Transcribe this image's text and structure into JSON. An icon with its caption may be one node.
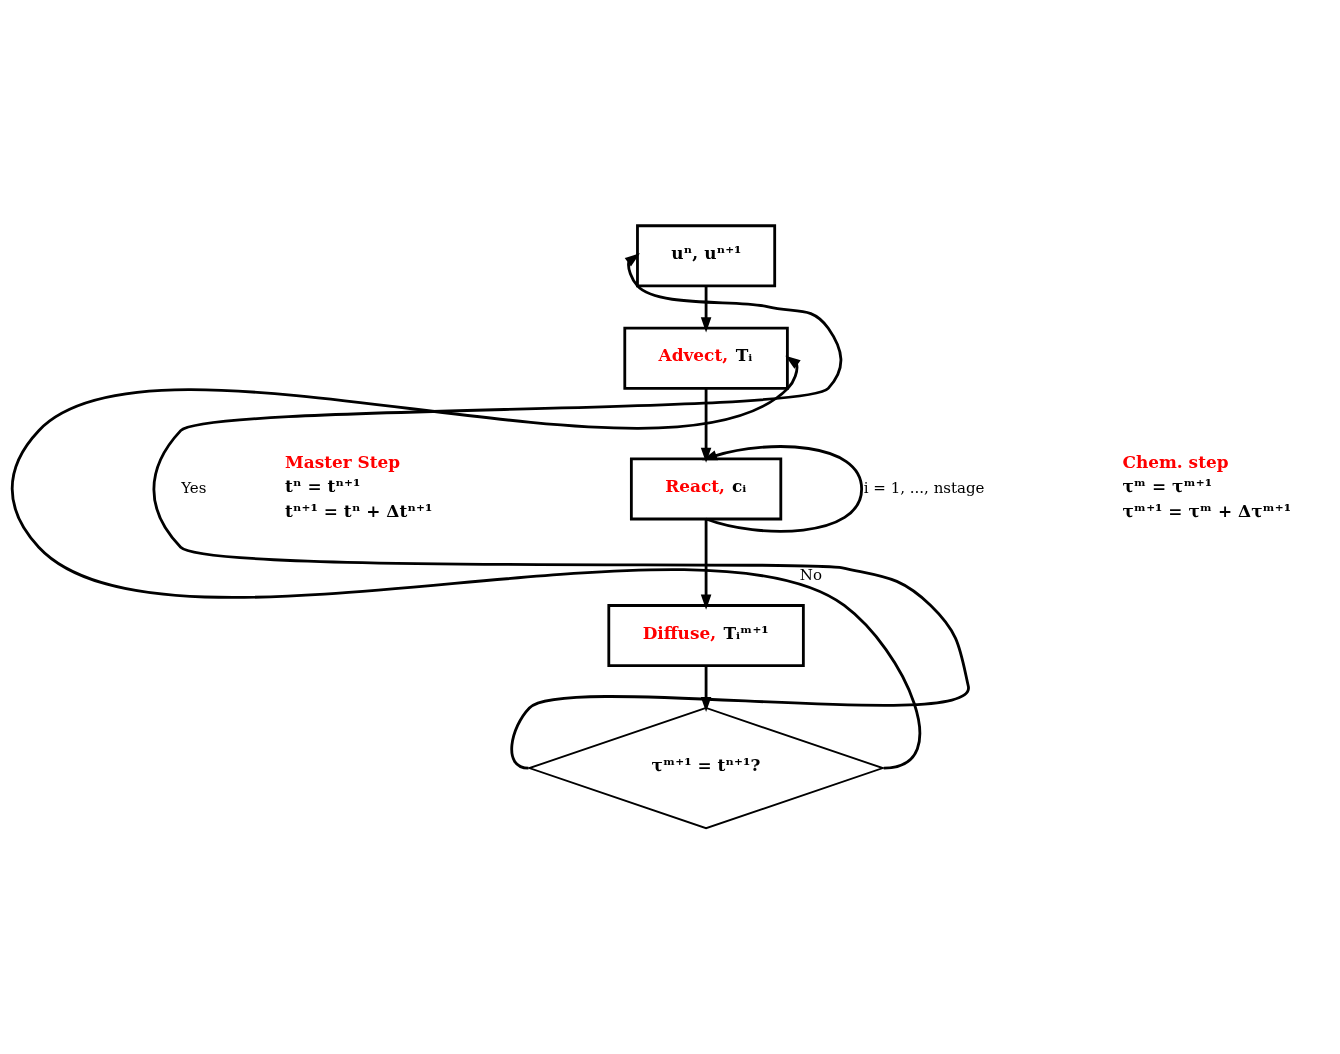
{
  "diagram": {
    "nodes": [
      {
        "text": [
          "uⁿ, uⁿ⁺¹"
        ]
      },
      {
        "text": [
          "Advect,",
          "Tᵢ"
        ]
      },
      {
        "text": [
          "React,",
          "cᵢ"
        ]
      },
      {
        "text": [
          "Diffuse,",
          "Tᵢᵐ⁺¹"
        ]
      },
      {
        "text": [
          "τᵐ⁺¹ = tⁿ⁺¹?"
        ]
      }
    ],
    "edges": [
      {
        "from": 0,
        "to": 1,
        "arrow": "to"
      },
      {
        "from": 1,
        "to": 2,
        "arrow": "to"
      },
      {
        "from": 2,
        "to": 2,
        "arrow": "to",
        "label": "i = 1, ..., nstage"
      },
      {
        "from": 2,
        "to": 3,
        "arrow": "to"
      },
      {
        "from": 3,
        "to": 4,
        "arrow": "to"
      },
      {
        "from": 4,
        "to": 0,
        "arrow": "to",
        "label": "Yes"
      },
      {
        "from": 4,
        "to": 1,
        "arrow": "to",
        "label": "No"
      }
    ],
    "labels": [
      "Master Step",
      "tⁿ = tⁿ⁺¹",
      "tⁿ⁺¹ = tⁿ + Δtⁿ⁺¹",
      "Chem. step",
      "τᵐ = τᵐ⁺¹",
      "τᵐ⁺¹ = τᵐ + Δτᵐ⁺¹"
    ]
  }
}
